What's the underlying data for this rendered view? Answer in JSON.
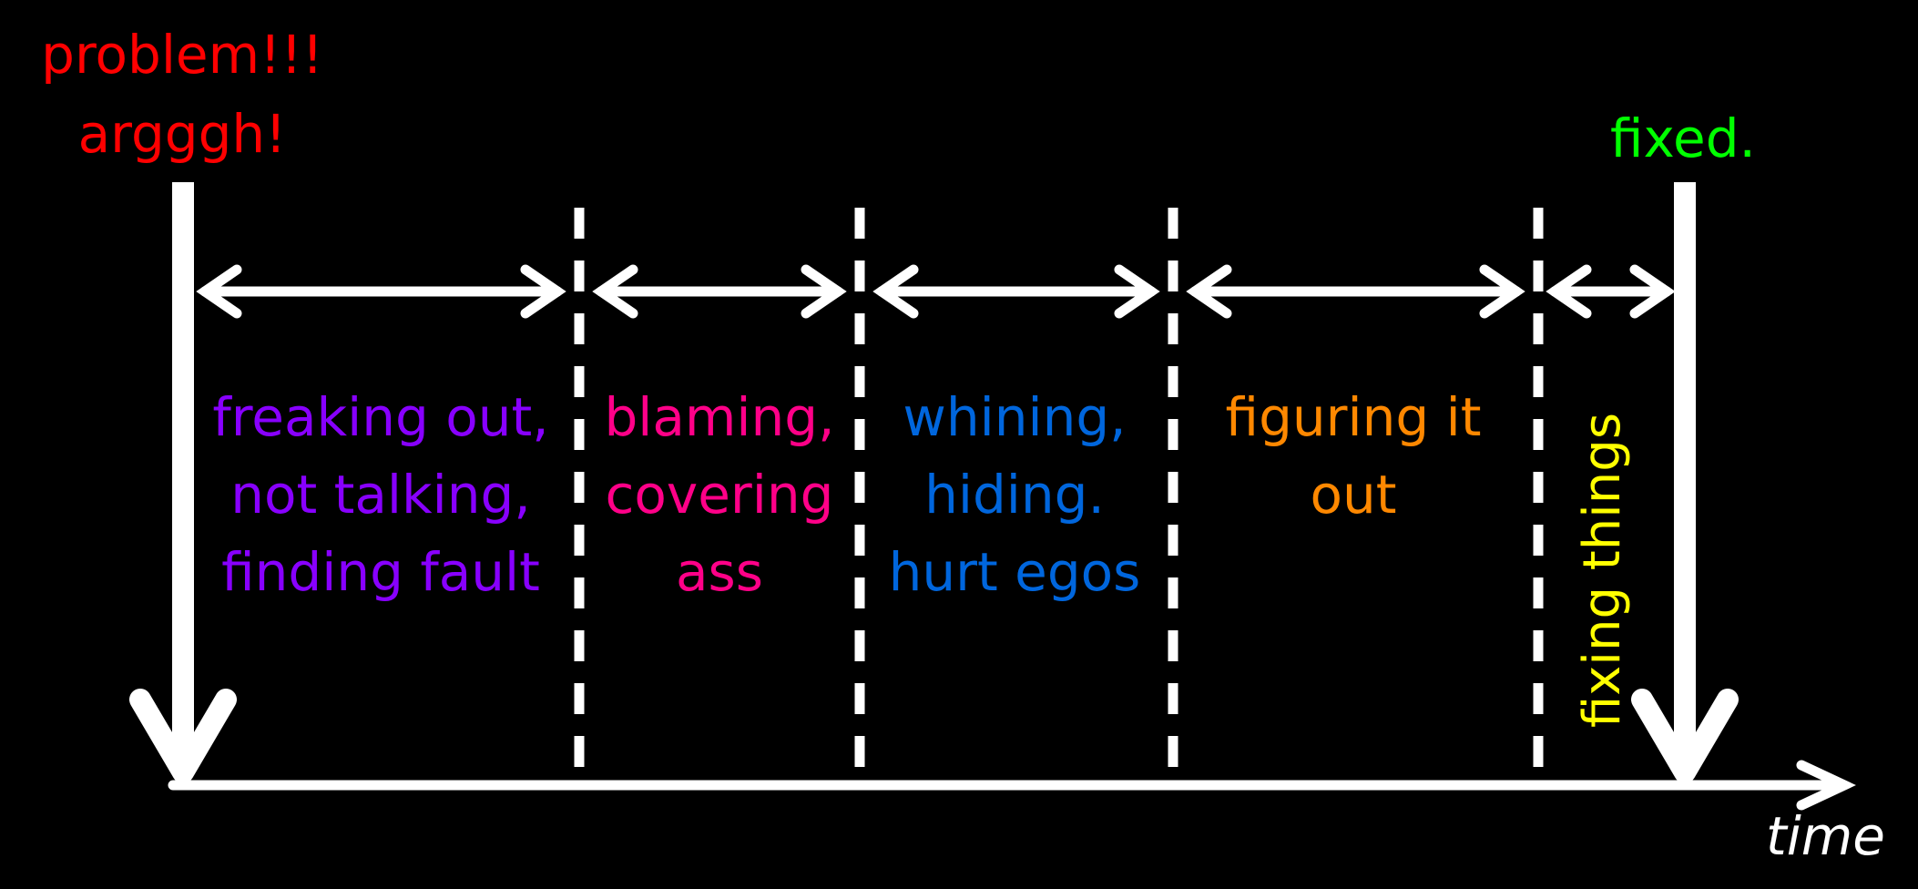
{
  "start": {
    "line1": "problem!!!",
    "line2": "argggh!",
    "color": "#ff0000"
  },
  "end": {
    "label": "fixed.",
    "color": "#00ff00"
  },
  "axis": {
    "label": "time",
    "color": "#ffffff"
  },
  "phases": [
    {
      "lines": [
        "freaking out,",
        "not talking,",
        "finding fault"
      ],
      "color": "#8800ff"
    },
    {
      "lines": [
        "blaming,",
        "covering",
        "ass"
      ],
      "color": "#ff0088"
    },
    {
      "lines": [
        "whining,",
        "hiding.",
        "hurt egos"
      ],
      "color": "#0066dd"
    },
    {
      "lines": [
        "figuring it",
        "out"
      ],
      "color": "#ff8800"
    },
    {
      "lines": [
        "fixing things"
      ],
      "color": "#ffff00"
    }
  ]
}
